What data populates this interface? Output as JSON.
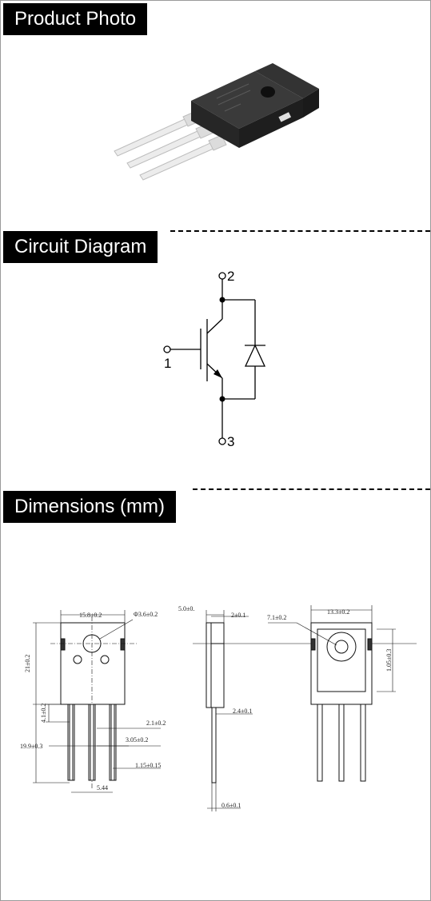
{
  "sections": {
    "photo": {
      "title": "Product Photo"
    },
    "circuit": {
      "title": "Circuit Diagram"
    },
    "dimensions": {
      "title": "Dimensions (mm)"
    }
  },
  "circuit": {
    "pin_gate": "1",
    "pin_collector": "2",
    "pin_emitter": "3"
  },
  "dimensions": {
    "front_width": "15.8±0.2",
    "hole_diameter": "Φ3.6±0.2",
    "body_height": "21±0.2",
    "lead_shoulder": "4.1±0.2",
    "total_lead": "19.9±0.3",
    "lead_width_wide": "2.1±0.2",
    "lead_width_mid": "3.05±0.2",
    "lead_width_thin": "1.15±0.15",
    "pitch": "5.44",
    "side_thickness": "5.0±0.",
    "tab_thickness": "2±0.1",
    "side_lead_step": "2.4±0.1",
    "side_lead_thickness": "0.6±0.1",
    "back_hole": "7.1±0.2",
    "back_width": "13.3±0.2",
    "back_height": "1.05±0.3"
  },
  "colors": {
    "tag_bg": "#000000",
    "tag_text": "#ffffff",
    "line": "#000000",
    "package_body": "#2e2e2e",
    "lead": "#e6e6e6"
  }
}
